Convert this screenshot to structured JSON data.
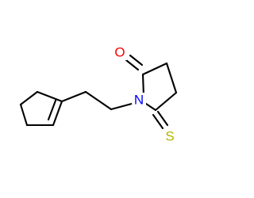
{
  "molecule": {
    "atoms": {
      "oxygen": {
        "label": "O",
        "color": "#ff0000"
      },
      "nitrogen": {
        "label": "N",
        "color": "#0000ff"
      },
      "sulfur": {
        "label": "S",
        "color": "#b3b300"
      }
    },
    "bond_color": "#000000",
    "background_color": "#ffffff"
  }
}
